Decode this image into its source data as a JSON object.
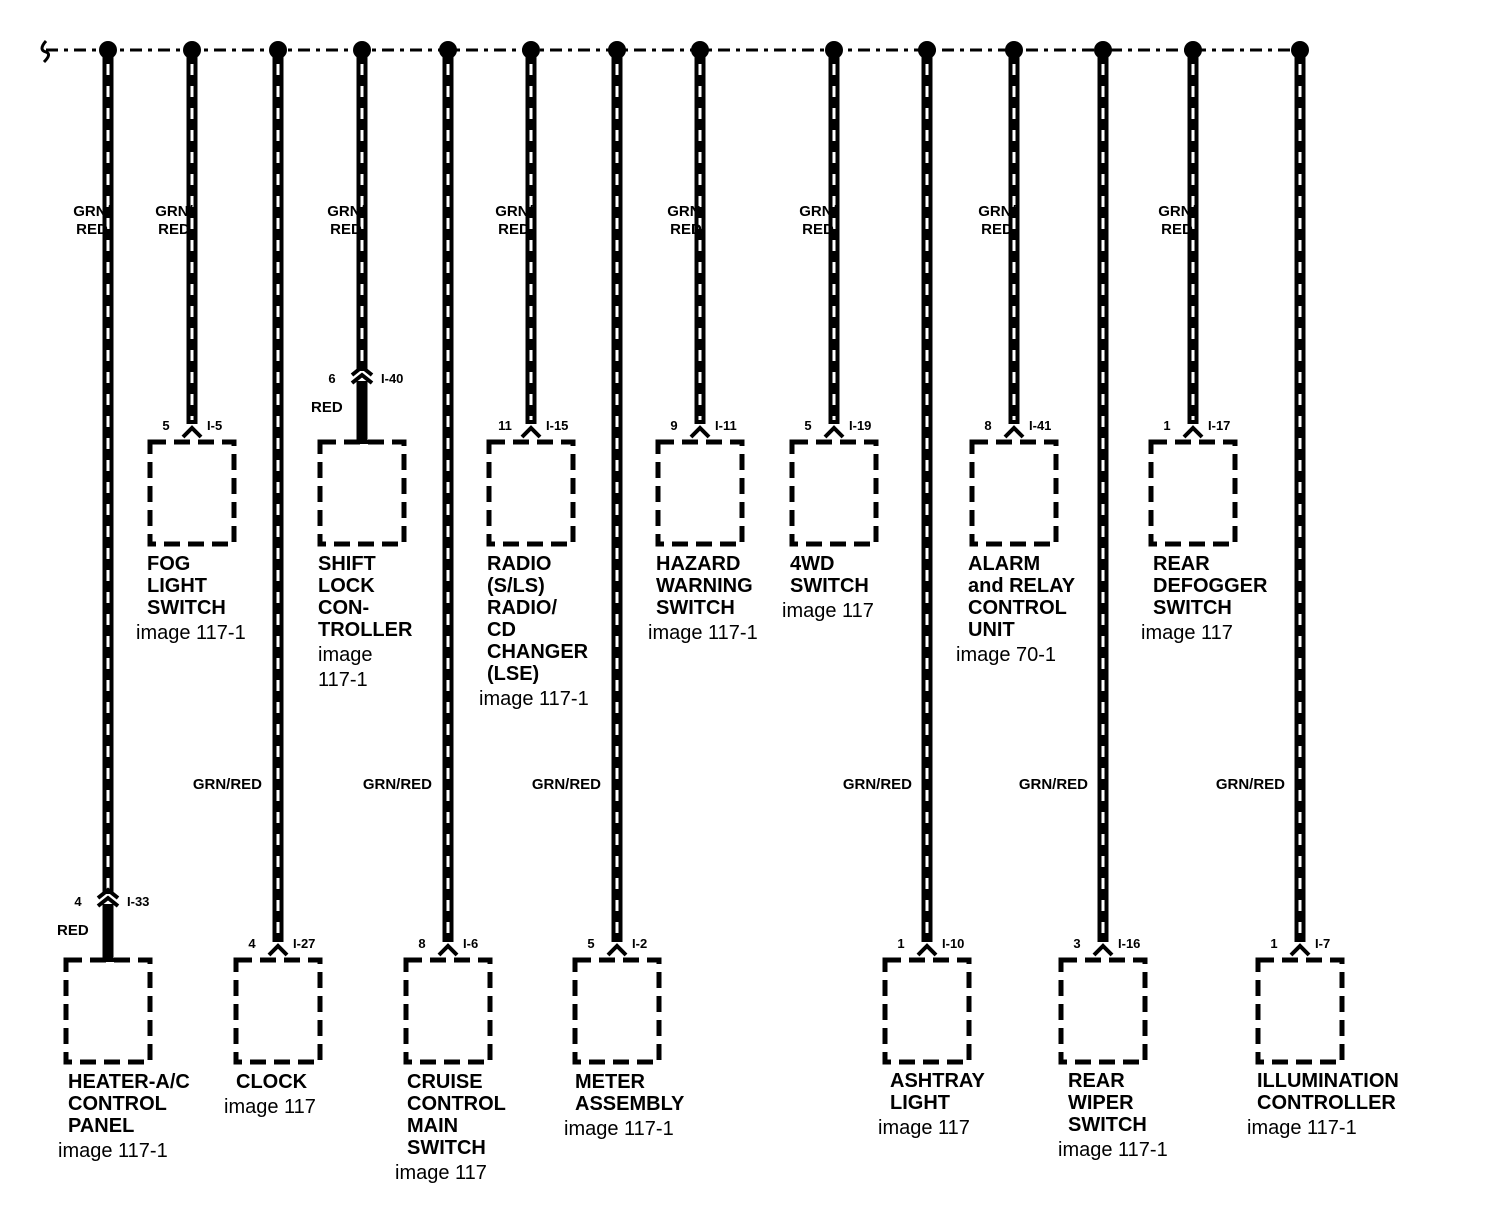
{
  "wire_color": "GRN/RED",
  "wire_color_lines": [
    "GRN/",
    "RED"
  ],
  "pigtail_color": "RED",
  "components": [
    {
      "id": "heater-ac-control-panel",
      "name": [
        "HEATER-A/C",
        "CONTROL",
        "PANEL"
      ],
      "ref": [
        "image 117-1"
      ],
      "pin": "4",
      "connector": "I-33",
      "has_pigtail": true
    },
    {
      "id": "fog-light-switch",
      "name": [
        "FOG",
        "LIGHT",
        "SWITCH"
      ],
      "ref": [
        "image 117-1"
      ],
      "pin": "5",
      "connector": "I-5",
      "has_pigtail": false
    },
    {
      "id": "clock",
      "name": [
        "CLOCK"
      ],
      "ref": [
        "image 117"
      ],
      "pin": "4",
      "connector": "I-27",
      "has_pigtail": false
    },
    {
      "id": "shift-lock-controller",
      "name": [
        "SHIFT",
        "LOCK",
        "CON-",
        "TROLLER"
      ],
      "ref": [
        "image",
        "117-1"
      ],
      "pin": "6",
      "connector": "I-40",
      "has_pigtail": true
    },
    {
      "id": "cruise-control-main-switch",
      "name": [
        "CRUISE",
        "CONTROL",
        "MAIN",
        "SWITCH"
      ],
      "ref": [
        "image 117"
      ],
      "pin": "8",
      "connector": "I-6",
      "has_pigtail": false
    },
    {
      "id": "radio",
      "name": [
        "RADIO",
        "(S/LS)",
        "RADIO/",
        "CD",
        "CHANGER",
        "(LSE)"
      ],
      "ref": [
        "image 117-1"
      ],
      "pin": "11",
      "connector": "I-15",
      "has_pigtail": false
    },
    {
      "id": "meter-assembly",
      "name": [
        "METER",
        "ASSEMBLY"
      ],
      "ref": [
        "image 117-1"
      ],
      "pin": "5",
      "connector": "I-2",
      "has_pigtail": false
    },
    {
      "id": "hazard-warning-switch",
      "name": [
        "HAZARD",
        "WARNING",
        "SWITCH"
      ],
      "ref": [
        "image 117-1"
      ],
      "pin": "9",
      "connector": "I-11",
      "has_pigtail": false
    },
    {
      "id": "4wd-switch",
      "name": [
        "4WD",
        "SWITCH"
      ],
      "ref": [
        "image 117"
      ],
      "pin": "5",
      "connector": "I-19",
      "has_pigtail": false
    },
    {
      "id": "ashtray-light",
      "name": [
        "ASHTRAY",
        "LIGHT"
      ],
      "ref": [
        "image 117"
      ],
      "pin": "1",
      "connector": "I-10",
      "has_pigtail": false
    },
    {
      "id": "alarm-relay-control-unit",
      "name": [
        "ALARM",
        "and RELAY",
        "CONTROL",
        "UNIT"
      ],
      "ref": [
        "image 70-1"
      ],
      "pin": "8",
      "connector": "I-41",
      "has_pigtail": false
    },
    {
      "id": "rear-wiper-switch",
      "name": [
        "REAR",
        "WIPER",
        "SWITCH"
      ],
      "ref": [
        "image 117-1"
      ],
      "pin": "3",
      "connector": "I-16",
      "has_pigtail": false
    },
    {
      "id": "rear-defogger-switch",
      "name": [
        "REAR",
        "DEFOGGER",
        "SWITCH"
      ],
      "ref": [
        "image 117"
      ],
      "pin": "1",
      "connector": "I-17",
      "has_pigtail": false
    },
    {
      "id": "illumination-controller",
      "name": [
        "ILLUMINATION",
        "CONTROLLER"
      ],
      "ref": [
        "image 117-1"
      ],
      "pin": "1",
      "connector": "I-7",
      "has_pigtail": false
    }
  ]
}
